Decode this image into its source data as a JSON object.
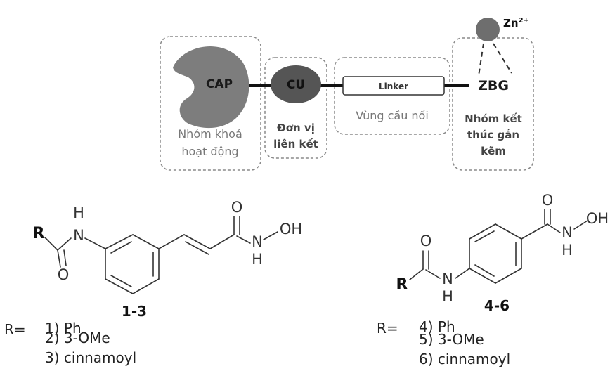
{
  "pharmacophore": {
    "cap_label": "CAP",
    "cu_label": "CU",
    "linker_label": "Linker",
    "zbg_label": "ZBG",
    "zinc_label": "Zn",
    "zinc_charge": "2+",
    "cap_desc": [
      "Nhóm khoá",
      "hoạt động"
    ],
    "cu_desc": [
      "Đơn vị",
      "liên kết"
    ],
    "linker_desc": [
      "Vùng cầu nối"
    ],
    "zbg_desc": [
      "Nhóm kết",
      "thúc gắn",
      "kẽm"
    ],
    "colors": {
      "cap_fill": "#7d7d7d",
      "cu_fill": "#555555",
      "zinc_fill": "#6e6e6e"
    }
  },
  "compound_a": {
    "label": "1-3",
    "atoms": {
      "R": "R",
      "H": "H",
      "N": "N",
      "O": "O",
      "O2": "O",
      "N2": "N",
      "H2": "H",
      "OH": "OH"
    },
    "r_prefix": "R=",
    "r_list": [
      "1) Ph",
      "2) 3-OMe",
      "3) cinnamoyl"
    ]
  },
  "compound_b": {
    "label": "4-6",
    "atoms": {
      "R": "R",
      "N": "N",
      "H": "H",
      "O": "O",
      "O2": "O",
      "N2": "N",
      "H2": "H",
      "OH": "OH"
    },
    "r_prefix": "R=",
    "r_list": [
      "4) Ph",
      "5) 3-OMe",
      "6) cinnamoyl"
    ]
  }
}
